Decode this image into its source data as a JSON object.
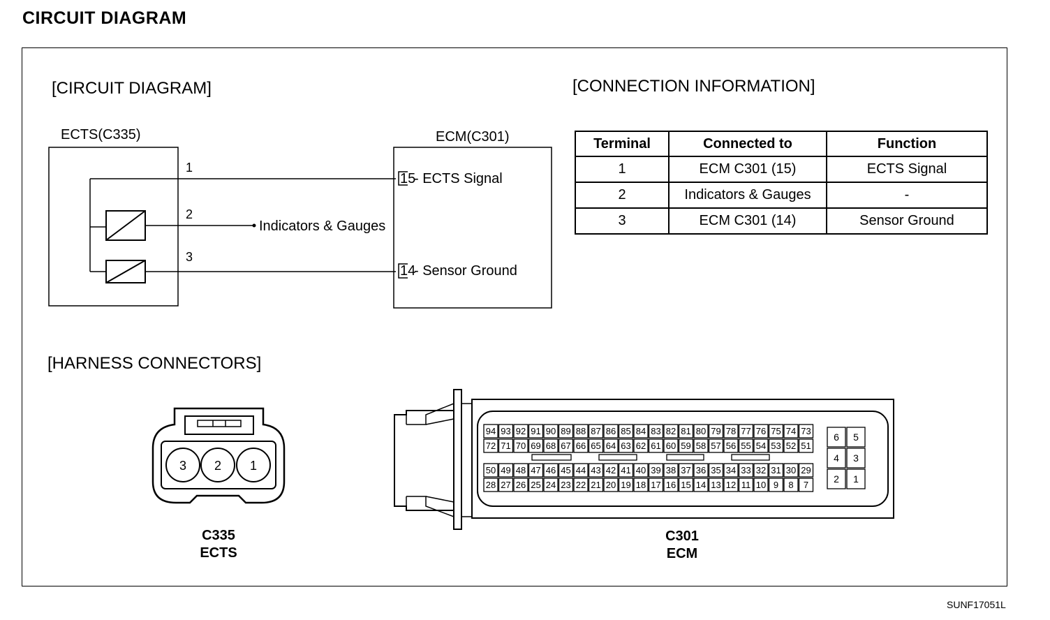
{
  "page_title": "CIRCUIT DIAGRAM",
  "doc_code": "SUNF17051L",
  "circuit": {
    "section_title": "[CIRCUIT DIAGRAM]",
    "ects_label": "ECTS(C335)",
    "ecm_label": "ECM(C301)",
    "wire1_num": "1",
    "wire2_num": "2",
    "wire3_num": "3",
    "ecm_pin_signal_num": "15",
    "ecm_pin_signal_text": "- ECTS Signal",
    "ecm_pin_ground_num": "14",
    "ecm_pin_ground_text": "- Sensor Ground",
    "indicators_text": "Indicators & Gauges"
  },
  "connection": {
    "section_title": "[CONNECTION INFORMATION]",
    "headers": [
      "Terminal",
      "Connected to",
      "Function"
    ],
    "rows": [
      [
        "1",
        "ECM C301 (15)",
        "ECTS Signal"
      ],
      [
        "2",
        "Indicators & Gauges",
        "-"
      ],
      [
        "3",
        "ECM C301 (14)",
        "Sensor Ground"
      ]
    ]
  },
  "harness": {
    "section_title": "[HARNESS CONNECTORS]",
    "c335": {
      "pins": [
        "3",
        "2",
        "1"
      ],
      "code": "C335",
      "name": "ECTS"
    },
    "c301": {
      "code": "C301",
      "name": "ECM",
      "top_row1": [
        "94",
        "93",
        "92",
        "91",
        "90",
        "89",
        "88",
        "87",
        "86",
        "85",
        "84",
        "83",
        "82",
        "81",
        "80",
        "79",
        "78",
        "77",
        "76",
        "75",
        "74",
        "73"
      ],
      "top_row2": [
        "72",
        "71",
        "70",
        "69",
        "68",
        "67",
        "66",
        "65",
        "64",
        "63",
        "62",
        "61",
        "60",
        "59",
        "58",
        "57",
        "56",
        "55",
        "54",
        "53",
        "52",
        "51"
      ],
      "bot_row1": [
        "50",
        "49",
        "48",
        "47",
        "46",
        "45",
        "44",
        "43",
        "42",
        "41",
        "40",
        "39",
        "38",
        "37",
        "36",
        "35",
        "34",
        "33",
        "32",
        "31",
        "30",
        "29"
      ],
      "bot_row2": [
        "28",
        "27",
        "26",
        "25",
        "24",
        "23",
        "22",
        "21",
        "20",
        "19",
        "18",
        "17",
        "16",
        "15",
        "14",
        "13",
        "12",
        "11",
        "10",
        "9",
        "8",
        "7"
      ],
      "small_pins": [
        [
          "6",
          "5"
        ],
        [
          "4",
          "3"
        ],
        [
          "2",
          "1"
        ]
      ]
    }
  }
}
